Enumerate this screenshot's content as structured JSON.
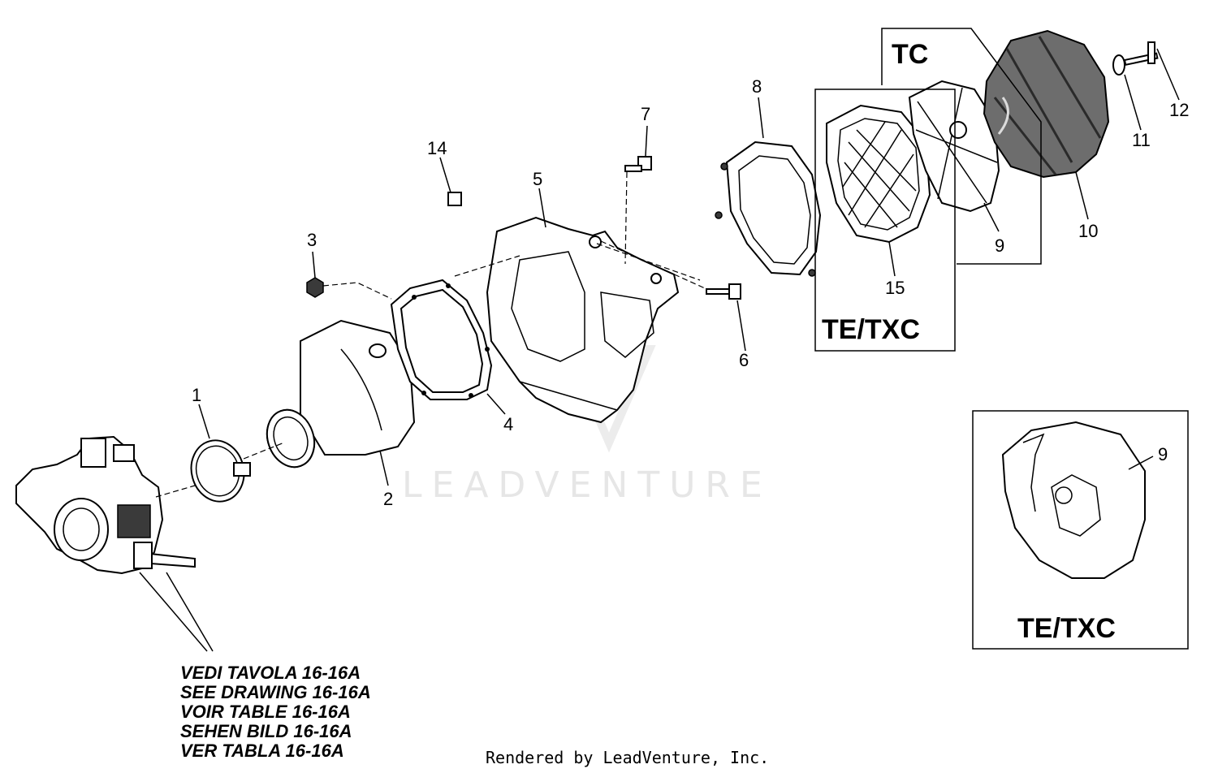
{
  "watermark": "LEADVENTURE",
  "footer": "Rendered by LeadVenture, Inc.",
  "box_labels": {
    "tc": "TC",
    "te_txc_upper": "TE/TXC",
    "te_txc_inset": "TE/TXC"
  },
  "callouts": {
    "p1": "1",
    "p2": "2",
    "p3": "3",
    "p4": "4",
    "p5": "5",
    "p6": "6",
    "p7": "7",
    "p8": "8",
    "p9": "9",
    "p10": "10",
    "p11": "11",
    "p12": "12",
    "p14": "14",
    "p15": "15",
    "p9_inset": "9"
  },
  "see_drawing_note": [
    "VEDI TAVOLA 16-16A",
    "SEE DRAWING 16-16A",
    "VOIR TABLE 16-16A",
    "SEHEN BILD 16-16A",
    "VER TABLA 16-16A"
  ]
}
